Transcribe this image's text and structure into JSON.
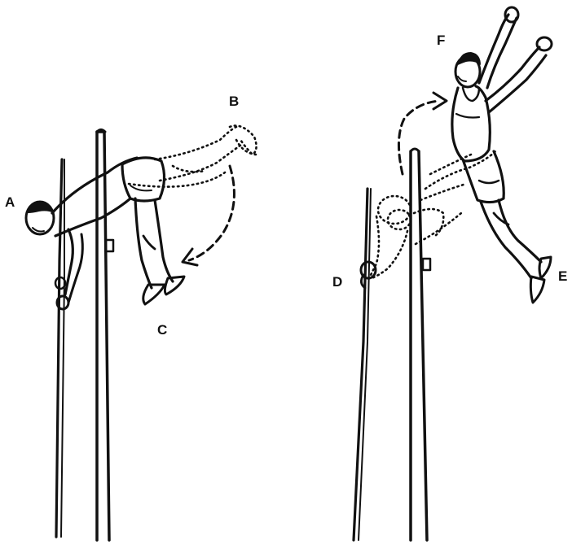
{
  "labels": {
    "a": "A",
    "b": "B",
    "c": "C",
    "d": "D",
    "e": "E",
    "f": "F"
  },
  "colors": {
    "ink": "#111111",
    "background": "#ffffff"
  }
}
